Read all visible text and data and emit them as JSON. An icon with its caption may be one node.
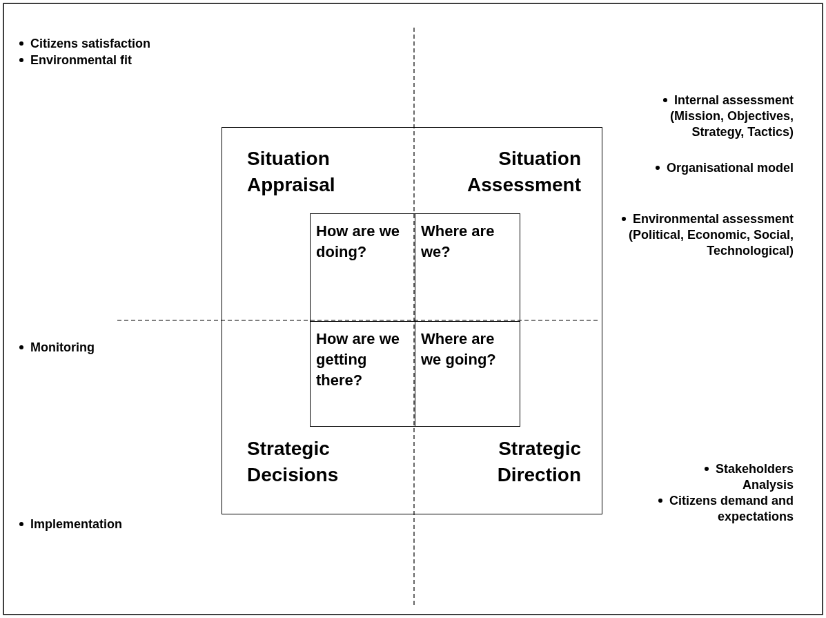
{
  "diagram": {
    "nodes": [
      {
        "text": [
          "Situation Appraisal",
          "Situation Assessment",
          "Strategic Decisions",
          "Strategic Direction"
        ]
      },
      {
        "text": [
          "How are we doing?"
        ],
        "in": 0
      },
      {
        "text": [
          "Where are we?"
        ],
        "in": 0
      },
      {
        "text": [
          "How are we getting there?"
        ],
        "in": 0
      },
      {
        "text": [
          "Where are we going?"
        ],
        "in": 0
      }
    ],
    "edges": [],
    "labels": [
      "Citizens satisfaction",
      "Environmental fit",
      "Internal assessment (Mission, Objectives, Strategy, Tactics)",
      "Organisational model",
      "Environmental assessment (Political, Economic, Social, Technological)",
      "Monitoring",
      "Stakeholders Analysis",
      "Citizens demand and expectations",
      "Implementation"
    ]
  }
}
